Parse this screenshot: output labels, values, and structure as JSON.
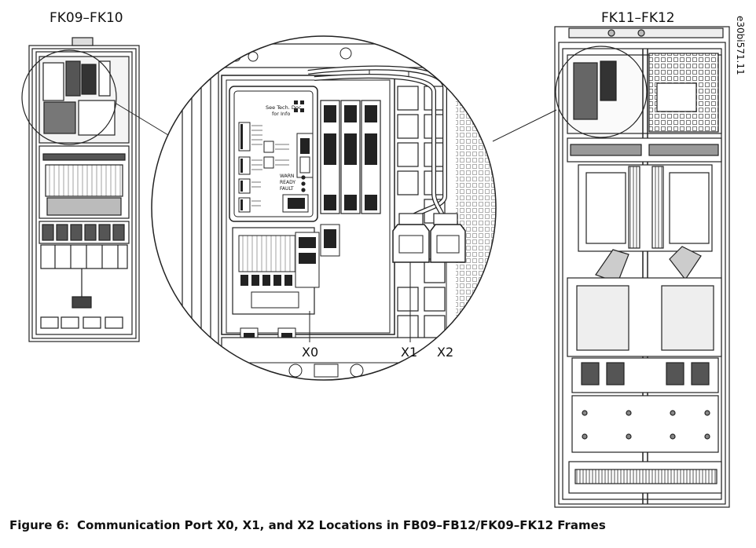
{
  "frames": {
    "left_title": "FK09–FK10",
    "right_title": "FK11–FK12"
  },
  "drawing_code": "e30bi571.11",
  "ports": {
    "x0": "X0",
    "x1": "X1",
    "x2": "X2"
  },
  "control_card": {
    "see_tech_doc": "See Tech. Doc.",
    "for_info": "for Info",
    "warn": "WARN",
    "ready": "READY",
    "fault": "FAULT"
  },
  "caption": {
    "figure": "Figure 6:",
    "text": "Communication Port X0, X1, and X2 Locations in FB09–FB12/FK09–FK12 Frames"
  }
}
